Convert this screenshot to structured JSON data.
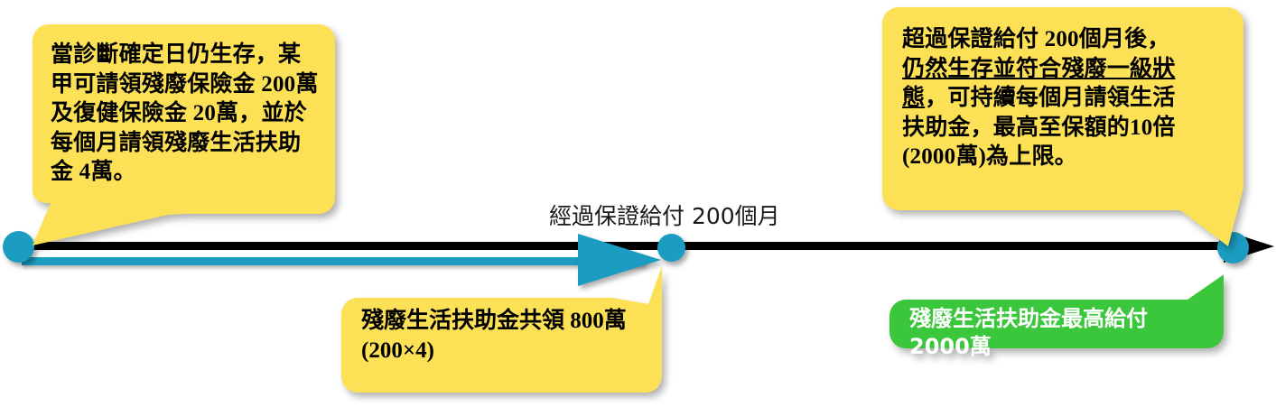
{
  "diagram": {
    "title": "殘廢保險金給付時間軸",
    "colors": {
      "yellow": "#FCE055",
      "green": "#3BC73B",
      "teal": "#1B9DC1",
      "black": "#000000",
      "text": "#000000"
    }
  },
  "timeline": {
    "caption": "經過保證給付 200個月",
    "markers": [
      {
        "name": "start-node",
        "label": ""
      },
      {
        "name": "guarantee-end-node",
        "label": ""
      },
      {
        "name": "end-node",
        "label": ""
      }
    ]
  },
  "callouts": {
    "left": {
      "text": "當診斷確定日仍生存，某甲可請領殘廢保險金 200萬及復健保險金 20萬，並於每個月請領殘廢生活扶助金 4萬。",
      "color": "#FCE055"
    },
    "right": {
      "line1": "超過保證給付 200個月後，",
      "line2_underlined_a": "仍然生存並",
      "line2_underlined_b": "符合殘廢一級狀",
      "line3_underlined": "態",
      "line3_rest": "，可持續每個月請領生活",
      "line4": "扶助金，最高至保額的10倍",
      "line5": "(2000萬)為上限。",
      "color": "#FCE055"
    },
    "middle": {
      "line1": "殘廢生活扶助金共領 800萬",
      "line2": "(200×4)",
      "color": "#FCE055"
    },
    "green": {
      "text": "殘廢生活扶助金最高給付 2000萬",
      "color": "#3BC73B"
    }
  }
}
